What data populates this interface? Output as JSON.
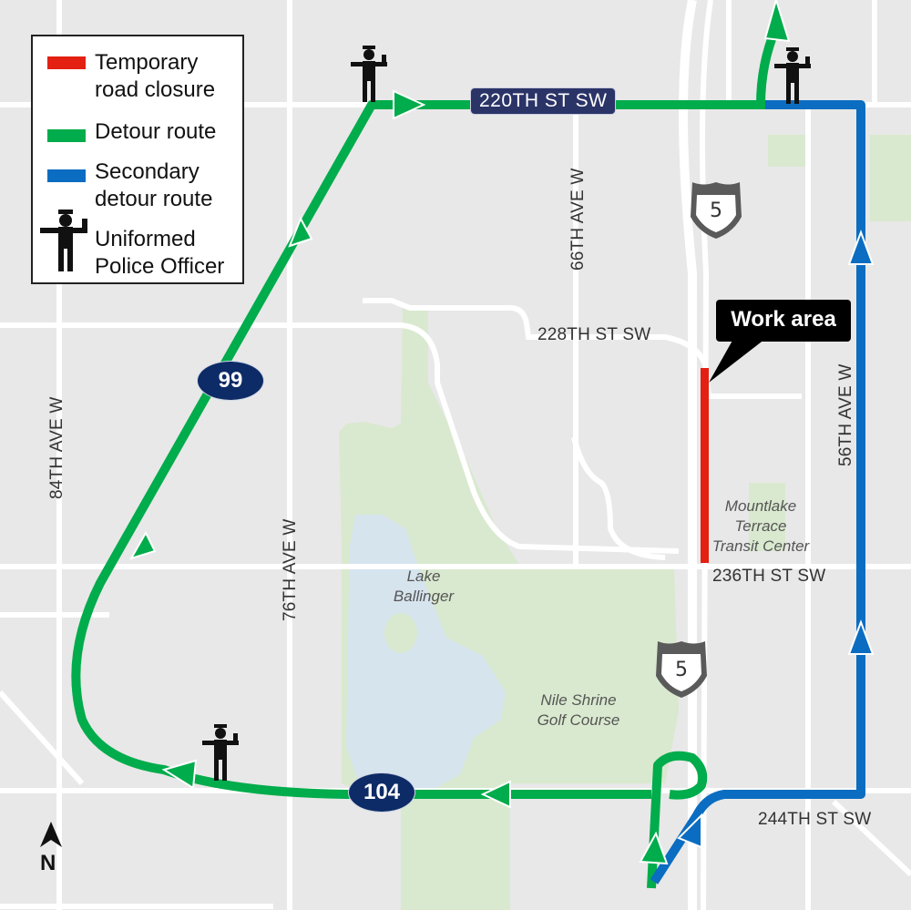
{
  "legend": {
    "items": [
      {
        "label": "Temporary\nroad closure",
        "color": "#e32012",
        "type": "swatch"
      },
      {
        "label": "Detour route",
        "color": "#00ac4b",
        "type": "swatch"
      },
      {
        "label": "Secondary\ndetour route",
        "color": "#0b6dc1",
        "type": "swatch"
      },
      {
        "label": "Uniformed\nPolice Officer",
        "type": "police-icon"
      }
    ]
  },
  "streets": {
    "st_220": "220TH ST SW",
    "st_228": "228TH ST SW",
    "st_236": "236TH ST SW",
    "st_244": "244TH ST SW",
    "ave_84": "84TH AVE W",
    "ave_76": "76TH AVE W",
    "ave_66": "66TH AVE W",
    "ave_56": "56TH AVE W"
  },
  "route_markers": {
    "sr99": "99",
    "sr104": "104",
    "i5_north": "5",
    "i5_south": "5"
  },
  "places": {
    "lake": "Lake\nBallinger",
    "golf": "Nile Shrine\nGolf Course",
    "transit": "Mountlake\nTerrace\nTransit Center"
  },
  "callout": {
    "work_area": "Work area"
  },
  "compass": {
    "north": "N"
  },
  "colors": {
    "closure": "#e32012",
    "detour": "#00ac4b",
    "secondary": "#0b6dc1",
    "park": "#d9e9cf",
    "water": "#d6e4ee",
    "land": "#e8e8e8",
    "road": "#ffffff",
    "shield_badge": "#0d2b66"
  }
}
